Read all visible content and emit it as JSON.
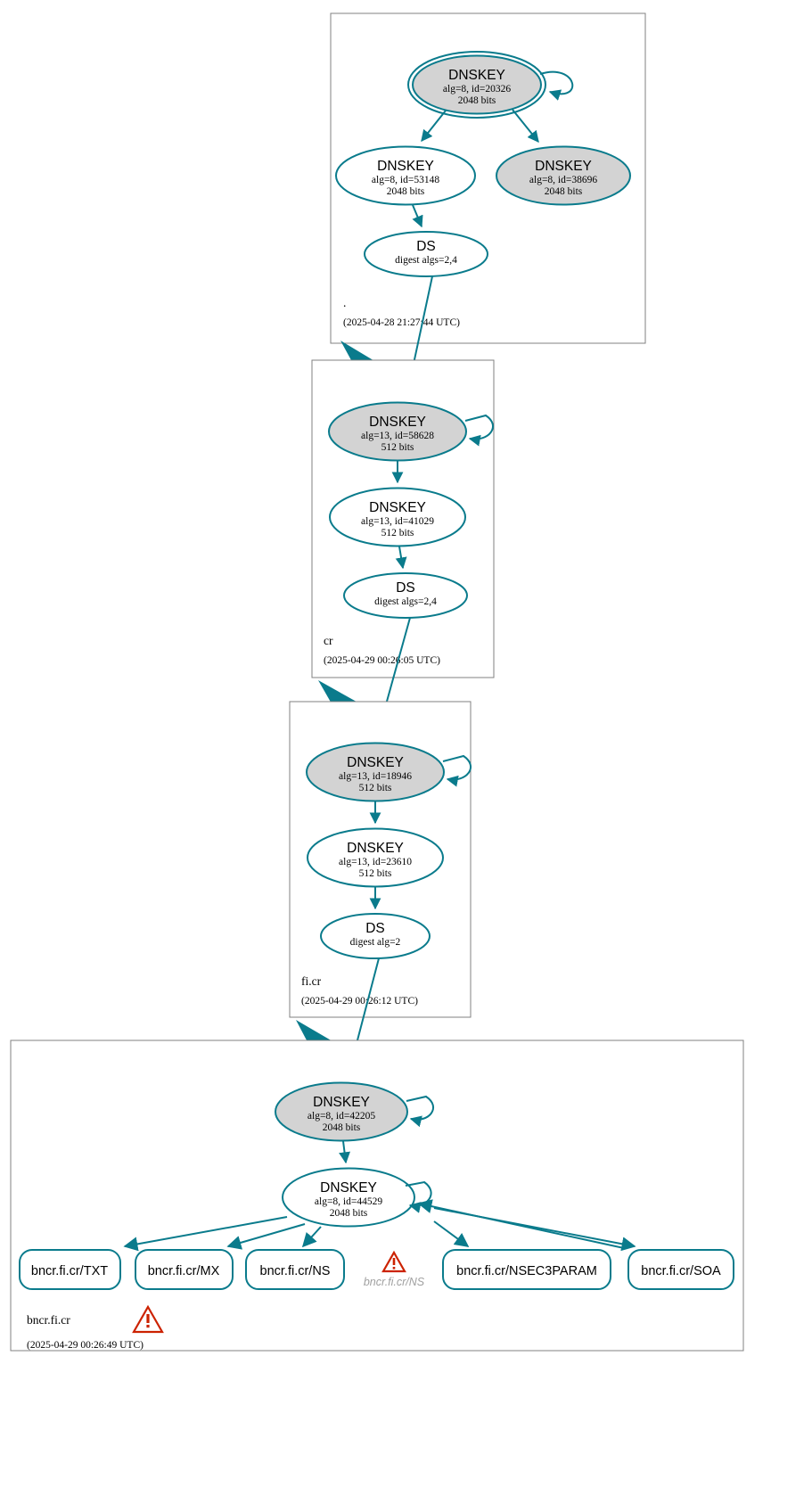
{
  "diagram": {
    "title": "DNSSEC authentication chain for bncr.fi.cr",
    "accent_color": "#0a7b8c",
    "sep_fill": "#d3d3d3",
    "warning_color": "#cc2200",
    "zone_border_color": "#808080"
  },
  "zones": [
    {
      "id": "root",
      "name": ".",
      "timestamp": "(2025-04-28 21:27:44 UTC)",
      "nodes": [
        {
          "id": "root-ksk",
          "type": "DNSKEY",
          "title": "DNSKEY",
          "line1": "alg=8, id=20326",
          "line2": "2048 bits",
          "sep": true,
          "double": true
        },
        {
          "id": "root-zsk",
          "type": "DNSKEY",
          "title": "DNSKEY",
          "line1": "alg=8, id=53148",
          "line2": "2048 bits",
          "sep": false,
          "double": false
        },
        {
          "id": "root-alt",
          "type": "DNSKEY",
          "title": "DNSKEY",
          "line1": "alg=8, id=38696",
          "line2": "2048 bits",
          "sep": true,
          "double": false
        },
        {
          "id": "root-ds",
          "type": "DS",
          "title": "DS",
          "line1": "digest algs=2,4",
          "line2": "",
          "sep": false,
          "double": false
        }
      ]
    },
    {
      "id": "cr",
      "name": "cr",
      "timestamp": "(2025-04-29 00:26:05 UTC)",
      "nodes": [
        {
          "id": "cr-ksk",
          "type": "DNSKEY",
          "title": "DNSKEY",
          "line1": "alg=13, id=58628",
          "line2": "512 bits",
          "sep": true,
          "double": false
        },
        {
          "id": "cr-zsk",
          "type": "DNSKEY",
          "title": "DNSKEY",
          "line1": "alg=13, id=41029",
          "line2": "512 bits",
          "sep": false,
          "double": false
        },
        {
          "id": "cr-ds",
          "type": "DS",
          "title": "DS",
          "line1": "digest algs=2,4",
          "line2": "",
          "sep": false,
          "double": false
        }
      ]
    },
    {
      "id": "ficr",
      "name": "fi.cr",
      "timestamp": "(2025-04-29 00:26:12 UTC)",
      "nodes": [
        {
          "id": "ficr-ksk",
          "type": "DNSKEY",
          "title": "DNSKEY",
          "line1": "alg=13, id=18946",
          "line2": "512 bits",
          "sep": true,
          "double": false
        },
        {
          "id": "ficr-zsk",
          "type": "DNSKEY",
          "title": "DNSKEY",
          "line1": "alg=13, id=23610",
          "line2": "512 bits",
          "sep": false,
          "double": false
        },
        {
          "id": "ficr-ds",
          "type": "DS",
          "title": "DS",
          "line1": "digest alg=2",
          "line2": "",
          "sep": false,
          "double": false
        }
      ]
    },
    {
      "id": "bncr",
      "name": "bncr.fi.cr",
      "timestamp": "(2025-04-29 00:26:49 UTC)",
      "has_warning": true,
      "nodes": [
        {
          "id": "bncr-ksk",
          "type": "DNSKEY",
          "title": "DNSKEY",
          "line1": "alg=8, id=42205",
          "line2": "2048 bits",
          "sep": true,
          "double": false
        },
        {
          "id": "bncr-zsk",
          "type": "DNSKEY",
          "title": "DNSKEY",
          "line1": "alg=8, id=44529",
          "line2": "2048 bits",
          "sep": false,
          "double": false
        }
      ],
      "rrsets": [
        {
          "id": "rr-txt",
          "label": "bncr.fi.cr/TXT",
          "status": "ok"
        },
        {
          "id": "rr-mx",
          "label": "bncr.fi.cr/MX",
          "status": "ok"
        },
        {
          "id": "rr-ns",
          "label": "bncr.fi.cr/NS",
          "status": "ok"
        },
        {
          "id": "rr-ns-error",
          "label": "bncr.fi.cr/NS",
          "status": "error"
        },
        {
          "id": "rr-nsec3param",
          "label": "bncr.fi.cr/NSEC3PARAM",
          "status": "ok"
        },
        {
          "id": "rr-soa",
          "label": "bncr.fi.cr/SOA",
          "status": "ok"
        }
      ]
    }
  ]
}
